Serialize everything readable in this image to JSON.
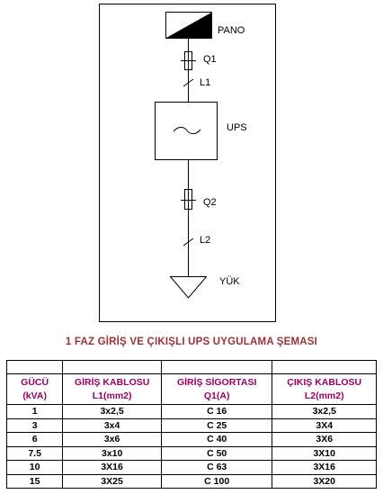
{
  "diagram": {
    "panel_label": "PANO",
    "q1_label": "Q1",
    "l1_label": "L1",
    "ups_label": "UPS",
    "q2_label": "Q2",
    "l2_label": "L2",
    "load_label": "YÜK"
  },
  "title": "1 FAZ GİRİŞ VE ÇIKIŞLI UPS UYGULAMA ŞEMASI",
  "title_color": "#993333",
  "header_color": "#990066",
  "table": {
    "headers": [
      {
        "line1": "GÜCÜ",
        "line2": "(kVA)"
      },
      {
        "line1": "GİRİŞ KABLOSU",
        "line2": "L1(mm2)"
      },
      {
        "line1": "GİRİŞ SİGORTASI",
        "line2": "Q1(A)"
      },
      {
        "line1": "ÇIKIŞ KABLOSU",
        "line2": "L2(mm2)"
      }
    ],
    "rows": [
      [
        "1",
        "3x2,5",
        "C 16",
        "3x2,5"
      ],
      [
        "3",
        "3x4",
        "C 25",
        "3X4"
      ],
      [
        "6",
        "3x6",
        "C 40",
        "3X6"
      ],
      [
        "7.5",
        "3x10",
        "C 50",
        "3X10"
      ],
      [
        "10",
        "3X16",
        "C 63",
        "3X16"
      ],
      [
        "15",
        "3X25",
        "C 100",
        "3X20"
      ]
    ]
  }
}
